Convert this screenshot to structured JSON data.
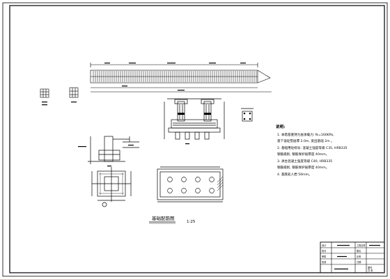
{
  "drawing": {
    "sheet_title": "基础配筋图",
    "scale": "1:25"
  },
  "notes": {
    "heading": "说明:",
    "lines": [
      "1. 本塔基底持力层承载力: fk=160KPa,",
      "   基下设砼垫层厚 2.0m, 宽出基础 2m 。",
      "2. 基础用砼标号: 混凝土强度等级 C35, HRB335",
      "   钢筋级别, 钢筋保护层厚度 40mm。",
      "3. 承台混凝土强度等级 C40, HRB335",
      "   钢筋级别, 钢筋保护层厚度 40mm。",
      "4. 基底处入岩 50mm。"
    ]
  },
  "title_block": {
    "cells": [
      "设计",
      "校对",
      "审核",
      "批准",
      "工程名称",
      "图名",
      "比例",
      "日期",
      "图号",
      "共 张"
    ]
  },
  "colors": {
    "line": "#000000",
    "background": "#ffffff"
  }
}
